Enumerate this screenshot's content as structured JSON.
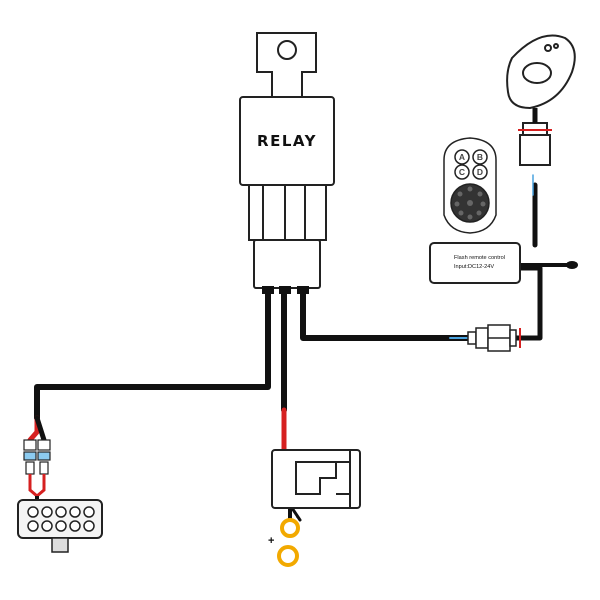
{
  "relay": {
    "label": "RELAY"
  },
  "remote_module": {
    "line1": "Flash remote control",
    "line2": "Input:DC12-24V"
  },
  "key_fob": {
    "buttons": [
      "A",
      "B",
      "C",
      "D"
    ]
  },
  "battery_terminals": {
    "positive": "+",
    "negative": "-"
  },
  "colors": {
    "wire": "#111111",
    "positive_wire": "#d62020",
    "accent_blue": "#4aa3df",
    "ring_terminal": "#f2a900",
    "outline": "#222222"
  }
}
